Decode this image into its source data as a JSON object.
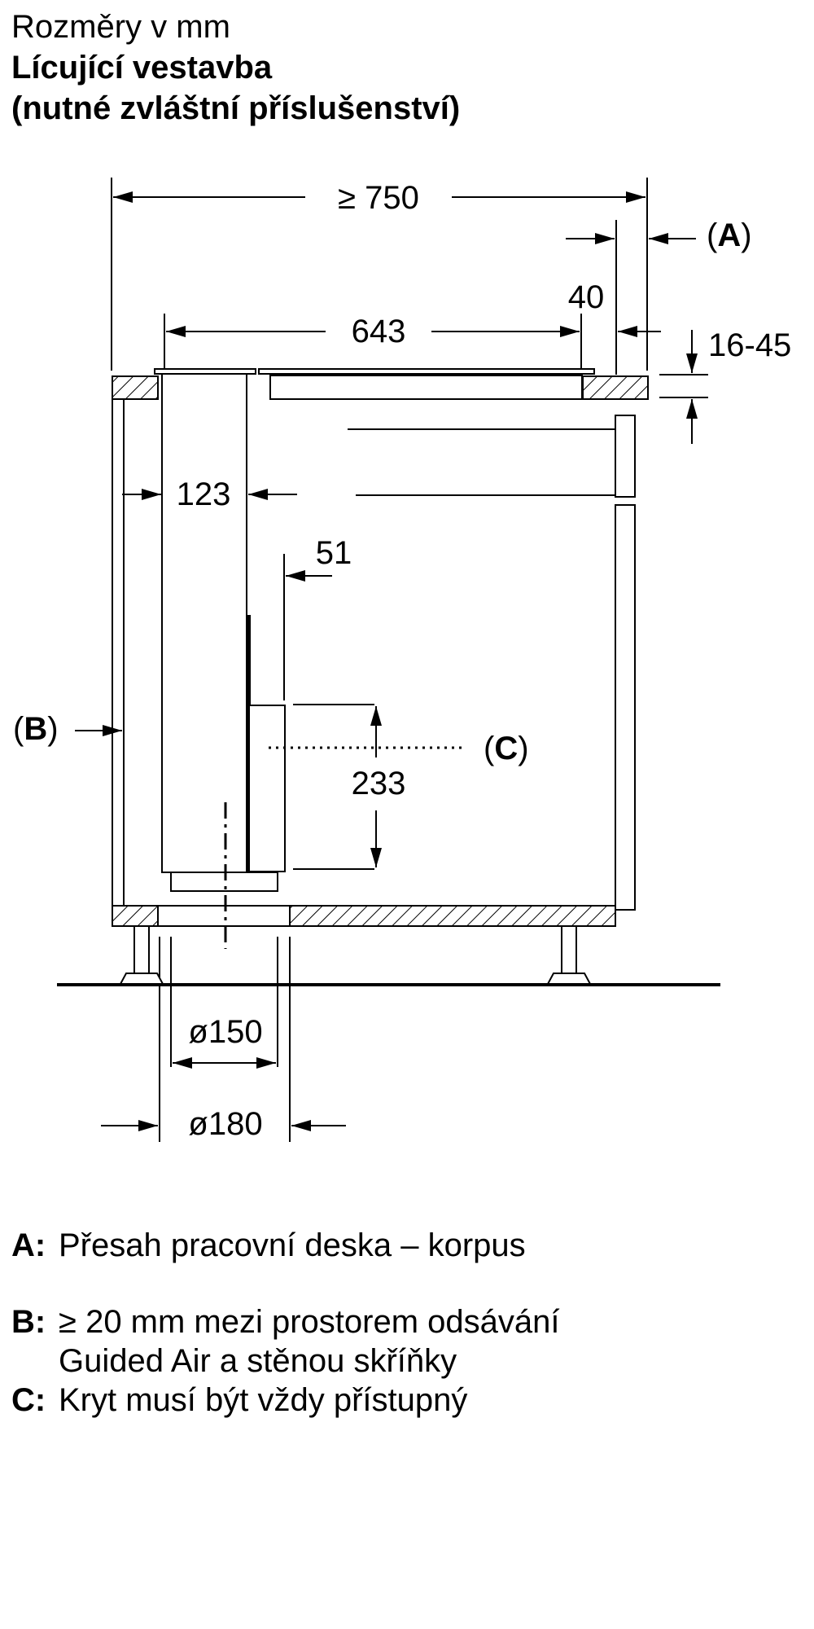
{
  "header": {
    "line1": "Rozměry v mm",
    "line2": "Lícující vestavba",
    "line3": "(nutné zvláštní příslušenství)"
  },
  "dimensions": {
    "width_min": "≥ 750",
    "hob_width": "643",
    "overhang_label": "40",
    "worktop_thickness": "16-45",
    "duct_offset": "123",
    "duct_gap": "51",
    "cover_height": "233",
    "outlet_inner": "ø150",
    "outlet_outer": "ø180"
  },
  "markers": {
    "a_open": "(",
    "a_letter": "A",
    "a_close": ")",
    "b_open": "(",
    "b_letter": "B",
    "b_close": ")",
    "c_open": "(",
    "c_letter": "C",
    "c_close": ")"
  },
  "legend": {
    "a": {
      "key": "A:",
      "text": "Přesah pracovní deska – korpus"
    },
    "b": {
      "key": "B:",
      "line1": "≥ 20 mm mezi prostorem odsávání",
      "line2": "Guided Air a stěnou skříňky"
    },
    "c": {
      "key": "C:",
      "text": "Kryt musí být vždy přístupný"
    }
  }
}
